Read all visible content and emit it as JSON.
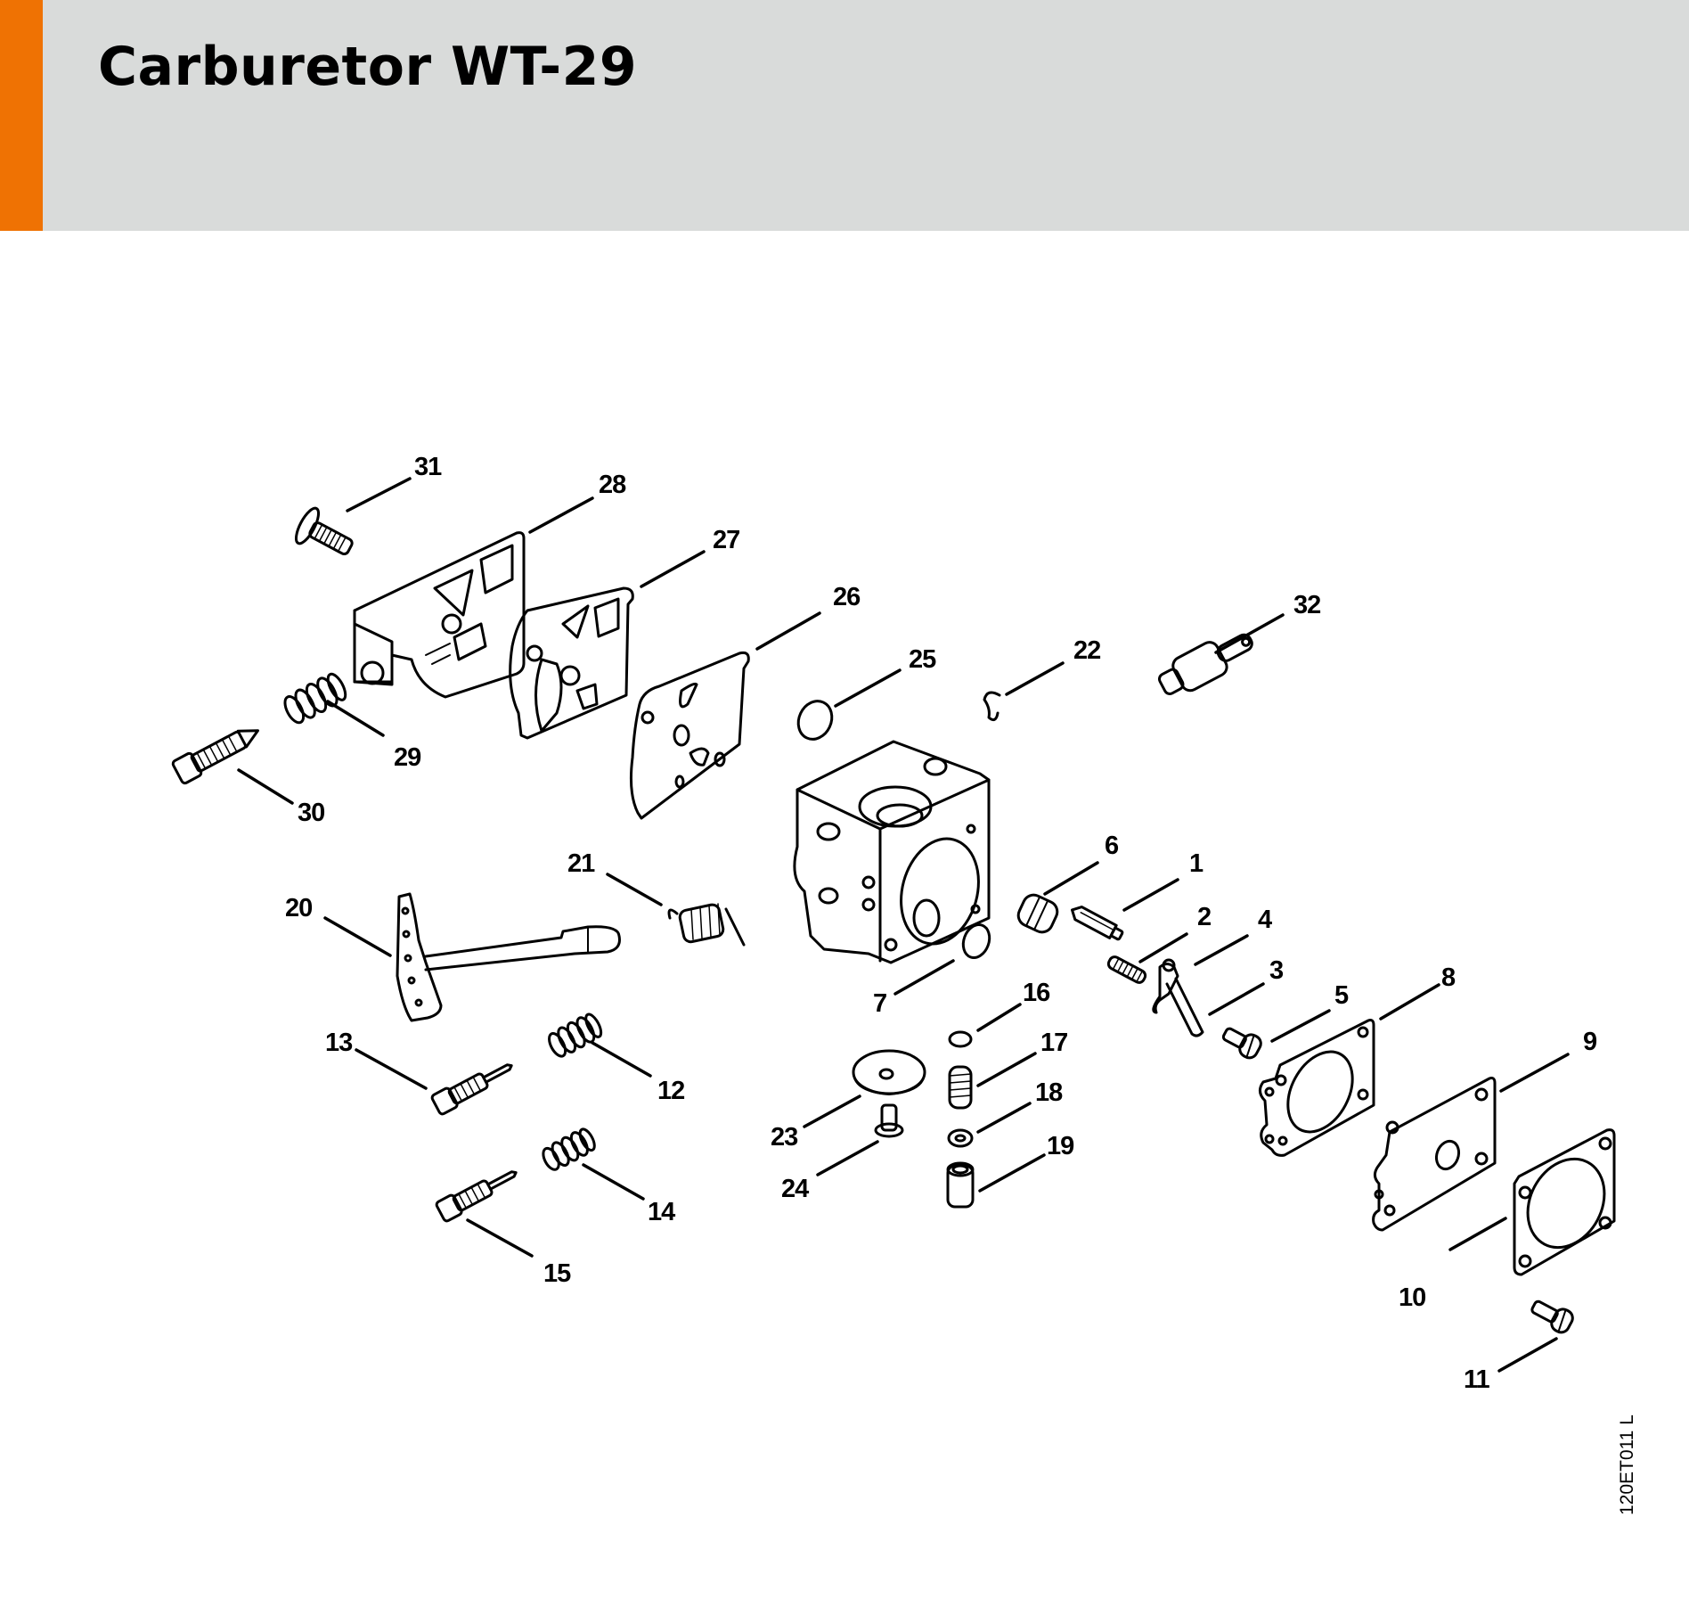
{
  "header": {
    "title": "Carburetor WT-29",
    "accent_color": "#ef7203",
    "band_color": "#d9dbda"
  },
  "diagram": {
    "type": "exploded-parts-view",
    "drawing_code": "120ET011 L",
    "callouts": [
      {
        "number": "1",
        "part": "inlet-needle"
      },
      {
        "number": "2",
        "part": "spring"
      },
      {
        "number": "3",
        "part": "inlet-control-lever-pin"
      },
      {
        "number": "4",
        "part": "inlet-control-lever"
      },
      {
        "number": "5",
        "part": "screw"
      },
      {
        "number": "6",
        "part": "plug"
      },
      {
        "number": "7",
        "part": "o-ring"
      },
      {
        "number": "8",
        "part": "gasket"
      },
      {
        "number": "9",
        "part": "metering-diaphragm"
      },
      {
        "number": "10",
        "part": "end-cover"
      },
      {
        "number": "11",
        "part": "screw"
      },
      {
        "number": "12",
        "part": "spring"
      },
      {
        "number": "13",
        "part": "adjusting-screw-high"
      },
      {
        "number": "14",
        "part": "spring"
      },
      {
        "number": "15",
        "part": "adjusting-screw-low"
      },
      {
        "number": "16",
        "part": "strainer"
      },
      {
        "number": "17",
        "part": "spring"
      },
      {
        "number": "18",
        "part": "washer"
      },
      {
        "number": "19",
        "part": "sleeve"
      },
      {
        "number": "20",
        "part": "throttle-shaft"
      },
      {
        "number": "21",
        "part": "torsion-spring"
      },
      {
        "number": "22",
        "part": "retaining-ring"
      },
      {
        "number": "23",
        "part": "throttle-shutter"
      },
      {
        "number": "24",
        "part": "screw"
      },
      {
        "number": "25",
        "part": "welch-plug"
      },
      {
        "number": "26",
        "part": "gasket"
      },
      {
        "number": "27",
        "part": "pump-diaphragm"
      },
      {
        "number": "28",
        "part": "pump-cover"
      },
      {
        "number": "29",
        "part": "spring"
      },
      {
        "number": "30",
        "part": "idle-speed-screw"
      },
      {
        "number": "31",
        "part": "screw"
      },
      {
        "number": "32",
        "part": "fuel-fitting"
      }
    ]
  }
}
